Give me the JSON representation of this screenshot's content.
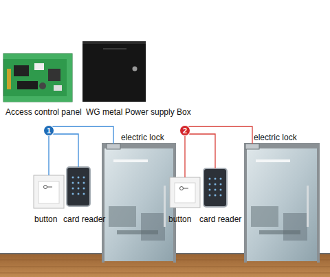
{
  "diagram": {
    "nodes": [
      {
        "text": [
          "Access control panel"
        ]
      },
      {
        "text": [
          "WG metal Power supply Box"
        ]
      },
      {
        "text": [
          "1"
        ]
      },
      {
        "text": [
          "electric lock"
        ]
      },
      {
        "text": [
          "button"
        ]
      },
      {
        "text": [
          "card reader"
        ]
      },
      {
        "text": [
          "2"
        ]
      },
      {
        "text": [
          "electric lock"
        ]
      },
      {
        "text": [
          "button"
        ]
      },
      {
        "text": [
          "card reader"
        ]
      }
    ],
    "edges": [
      {
        "from": 2,
        "to": 3,
        "arrow": "none"
      },
      {
        "from": 2,
        "to": 4,
        "arrow": "none"
      },
      {
        "from": 2,
        "to": 5,
        "arrow": "none"
      },
      {
        "from": 6,
        "to": 7,
        "arrow": "none"
      },
      {
        "from": 6,
        "to": 8,
        "arrow": "none"
      },
      {
        "from": 6,
        "to": 9,
        "arrow": "none"
      }
    ]
  }
}
